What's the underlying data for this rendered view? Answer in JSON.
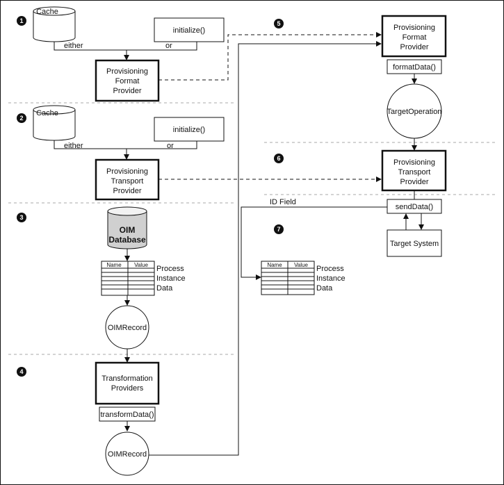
{
  "steps": [
    "1",
    "2",
    "3",
    "4",
    "5",
    "6",
    "7"
  ],
  "labels": {
    "cache": "Cache",
    "initialize": "initialize()",
    "either": "either",
    "or": "or",
    "prov_format": [
      "Provisioning",
      "Format",
      "Provider"
    ],
    "prov_transport": [
      "Provisioning",
      "Transport",
      "Provider"
    ],
    "oim_database": [
      "OIM",
      "Database"
    ],
    "table_name": "Name",
    "table_value": "Value",
    "process_instance_data": [
      "Process",
      "Instance",
      "Data"
    ],
    "oimrecord": "OIMRecord",
    "transformation_providers": [
      "Transformation",
      "Providers"
    ],
    "transform_data": "transformData()",
    "format_data": "formatData()",
    "target_operation": "TargetOperation",
    "id_field": "ID Field",
    "send_data": "sendData()",
    "target_system": "Target System"
  }
}
